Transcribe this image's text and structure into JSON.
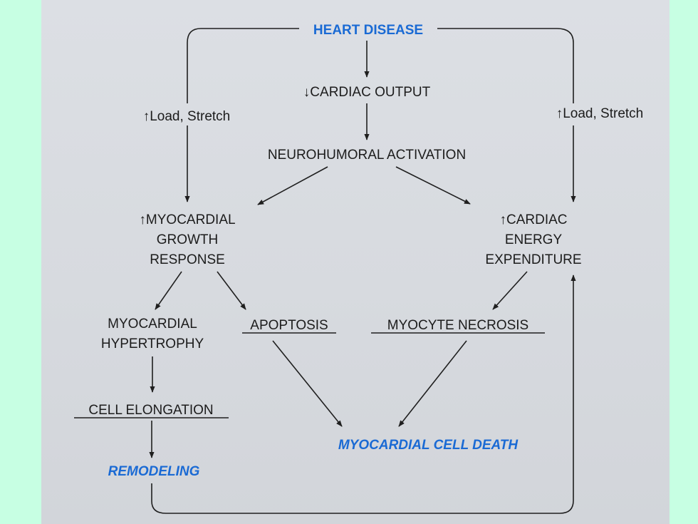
{
  "nodes": {
    "heart_disease": "HEART DISEASE",
    "cardiac_output": "↓CARDIAC OUTPUT",
    "load_left": "↑Load, Stretch",
    "load_right": "↑Load, Stretch",
    "neurohumoral": "NEUROHUMORAL ACTIVATION",
    "growth": [
      "↑MYOCARDIAL",
      "GROWTH",
      "RESPONSE"
    ],
    "energy": [
      "↑CARDIAC",
      "ENERGY",
      "EXPENDITURE"
    ],
    "hypertrophy": [
      "MYOCARDIAL",
      "HYPERTROPHY"
    ],
    "apoptosis": "APOPTOSIS",
    "necrosis": "MYOCYTE NECROSIS",
    "elongation": "CELL ELONGATION",
    "cell_death": "MYOCARDIAL CELL DEATH",
    "remodeling": "REMODELING"
  },
  "colors": {
    "background": "#c7ffe3",
    "panel": "#d9dce1",
    "text": "#1c1c1c",
    "highlight": "#1a6ad4"
  }
}
